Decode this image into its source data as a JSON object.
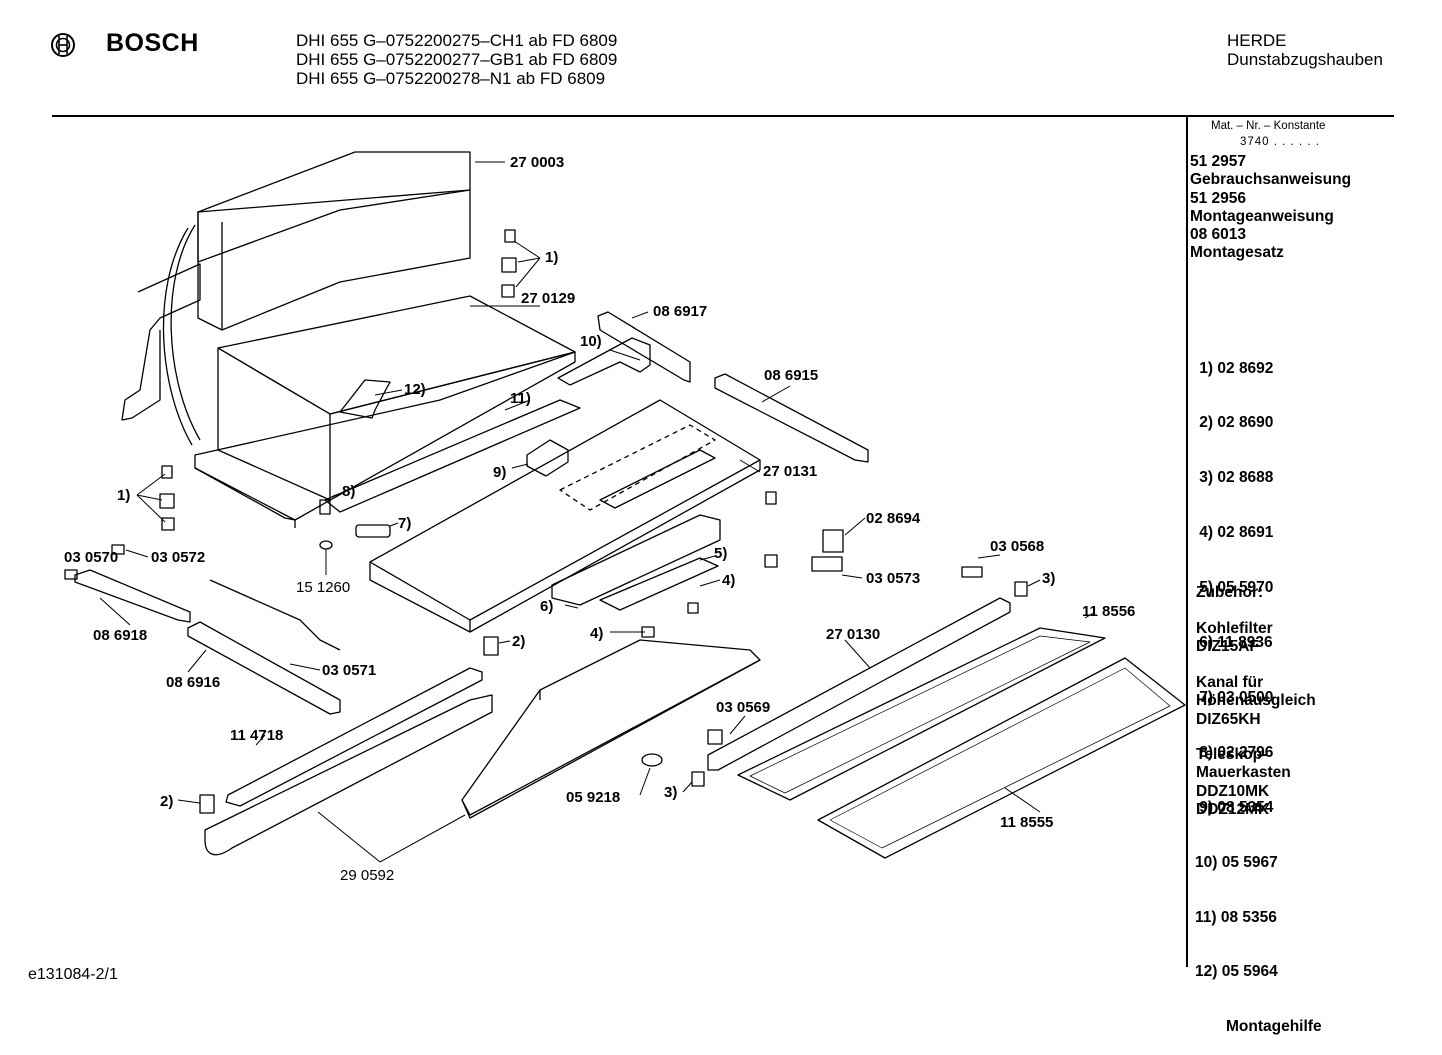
{
  "header": {
    "brand": "BOSCH",
    "models": [
      "DHI 655 G–0752200275–CH1 ab FD 6809",
      "DHI 655 G–0752200277–GB1 ab FD 6809",
      "DHI 655 G–0752200278–N1 ab FD 6809"
    ],
    "category": "HERDE",
    "subcategory": "Dunstabzugshauben"
  },
  "sidebar": {
    "mat_header": "Mat. – Nr. – Konstante",
    "mat_code": "3740 . . . . . .",
    "docs": [
      "51 2957",
      "Gebrauchsanweisung",
      "51 2956",
      "Montageanweisung",
      "08 6013",
      "Montagesatz"
    ],
    "refs": [
      " 1) 02 8692",
      " 2) 02 8690",
      " 3) 02 8688",
      " 4) 02 8691",
      " 5) 05 5970",
      " 6) 11 8936",
      " 7) 03 0500",
      " 8) 02 2796",
      " 9) 08 5354",
      "10) 05 5967",
      "11) 08 5356",
      "12) 05 5964"
    ],
    "ref_note": "Montagehilfe",
    "accessories_title": "Zubehör:",
    "acc_1": [
      "Kohlefilter",
      "DIZ15AF"
    ],
    "acc_2": [
      "Kanal für",
      "Höhenausgleich",
      "DIZ65KH"
    ],
    "acc_3": [
      "Teleskop-",
      "Mauerkasten",
      "DDZ10MK",
      "DDZ12MK"
    ]
  },
  "diagram": {
    "labels": {
      "l270003": "27 0003",
      "l1top": "1)",
      "l270129": "27 0129",
      "l086917": "08 6917",
      "l10": "10)",
      "l12": "12)",
      "l086915": "08 6915",
      "l11": "11)",
      "l9": "9)",
      "l270131": "27 0131",
      "l1left": "1)",
      "l8": "8)",
      "l7": "7)",
      "l151260": "15 1260",
      "l030570": "03 0570",
      "l030572": "03 0572",
      "l086918": "08 6918",
      "l086916": "08 6916",
      "l030571": "03 0571",
      "l2mid": "2)",
      "l114718": "11 4718",
      "l2left": "2)",
      "l290592": "29 0592",
      "l028694": "02 8694",
      "l5": "5)",
      "l4a": "4)",
      "l6": "6)",
      "l4b": "4)",
      "l030573": "03 0573",
      "l030568": "03 0568",
      "l3right": "3)",
      "l118556": "11 8556",
      "l270130": "27 0130",
      "l030569": "03 0569",
      "l059218": "05 9218",
      "l3mid": "3)",
      "l118555": "11 8555"
    }
  },
  "footer": {
    "code": "e131084-2/1"
  }
}
